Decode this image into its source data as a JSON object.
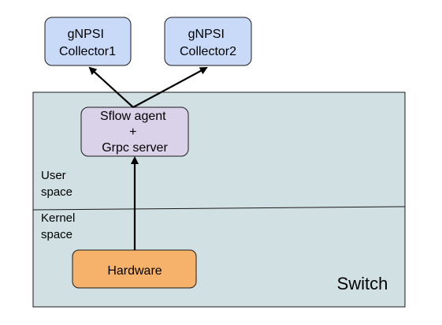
{
  "diagram": {
    "switch_label": "Switch",
    "user_space_label": [
      "User",
      "space"
    ],
    "kernel_space_label": [
      "Kernel",
      "space"
    ],
    "collector1": [
      "gNPSI",
      "Collector1"
    ],
    "collector2": [
      "gNPSI",
      "Collector2"
    ],
    "agent": [
      "Sflow agent",
      "+",
      "Grpc server"
    ],
    "hardware": "Hardware"
  },
  "colors": {
    "switch_fill": "#d0e0e3",
    "collector_fill": "#c9daf8",
    "agent_fill": "#d9d2e9",
    "hardware_fill": "#f6b26b",
    "stroke": "#000000"
  }
}
